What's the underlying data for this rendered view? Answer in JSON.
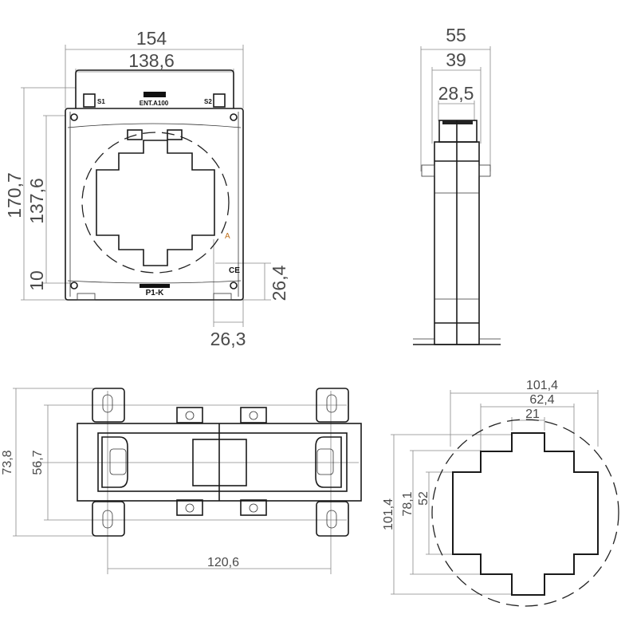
{
  "front_view": {
    "dim_width_total": "154",
    "dim_width_tab": "138,6",
    "dim_height_total": "170,7",
    "dim_height_body": "137,6",
    "dim_base": "10",
    "dim_right_height": "26,4",
    "dim_right_width": "26,3",
    "terminal_s1": "S1",
    "terminal_s2": "S2",
    "model_label": "ENT.A100",
    "primary_label": "P1-K",
    "marking_a": "A",
    "ce_mark": "CE"
  },
  "side_view": {
    "dim_depth_total": "55",
    "dim_depth_body": "39",
    "dim_depth_top": "28,5"
  },
  "top_view": {
    "dim_height_total": "73,8",
    "dim_height_inner": "56,7",
    "dim_mount_spacing": "120,6"
  },
  "window_detail": {
    "dim_width_outer": "101,4",
    "dim_width_mid": "62,4",
    "dim_width_inner": "21",
    "dim_height_outer": "101,4",
    "dim_height_mid": "78,1",
    "dim_height_inner": "52"
  }
}
